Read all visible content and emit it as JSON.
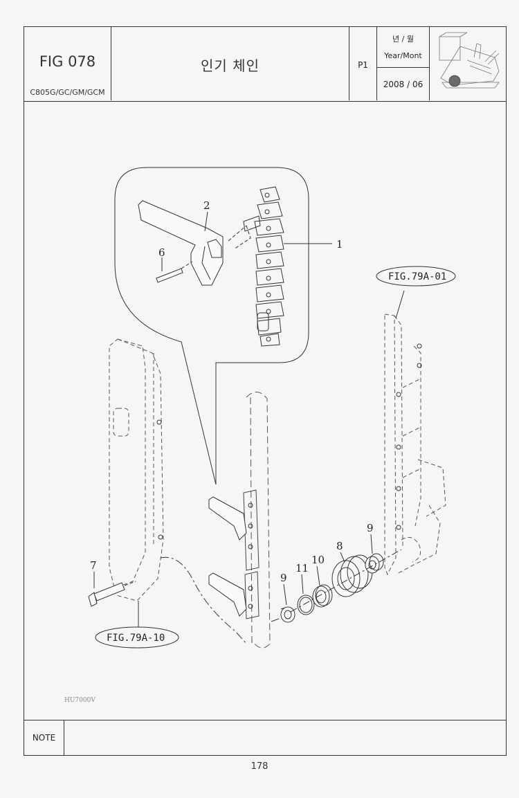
{
  "header": {
    "fig_number": "FIG 078",
    "models": "C805G/GC/GM/GCM",
    "title": "인기 체인",
    "page_code": "P1",
    "year_month_kr": "년 / 월",
    "year_month_en": "Year/Mont",
    "date": "2008 / 06"
  },
  "drawing": {
    "callouts": [
      "1",
      "2",
      "6",
      "7",
      "8",
      "9",
      "9",
      "10",
      "11"
    ],
    "fig_refs": [
      "FIG.79A-01",
      "FIG.79A-10"
    ],
    "drawing_code": "HU7000V"
  },
  "note": {
    "label": "NOTE"
  },
  "footer": {
    "page_number": "178"
  },
  "colors": {
    "line": "#333333",
    "dash": "#555555",
    "paper": "#f6f6f4"
  }
}
